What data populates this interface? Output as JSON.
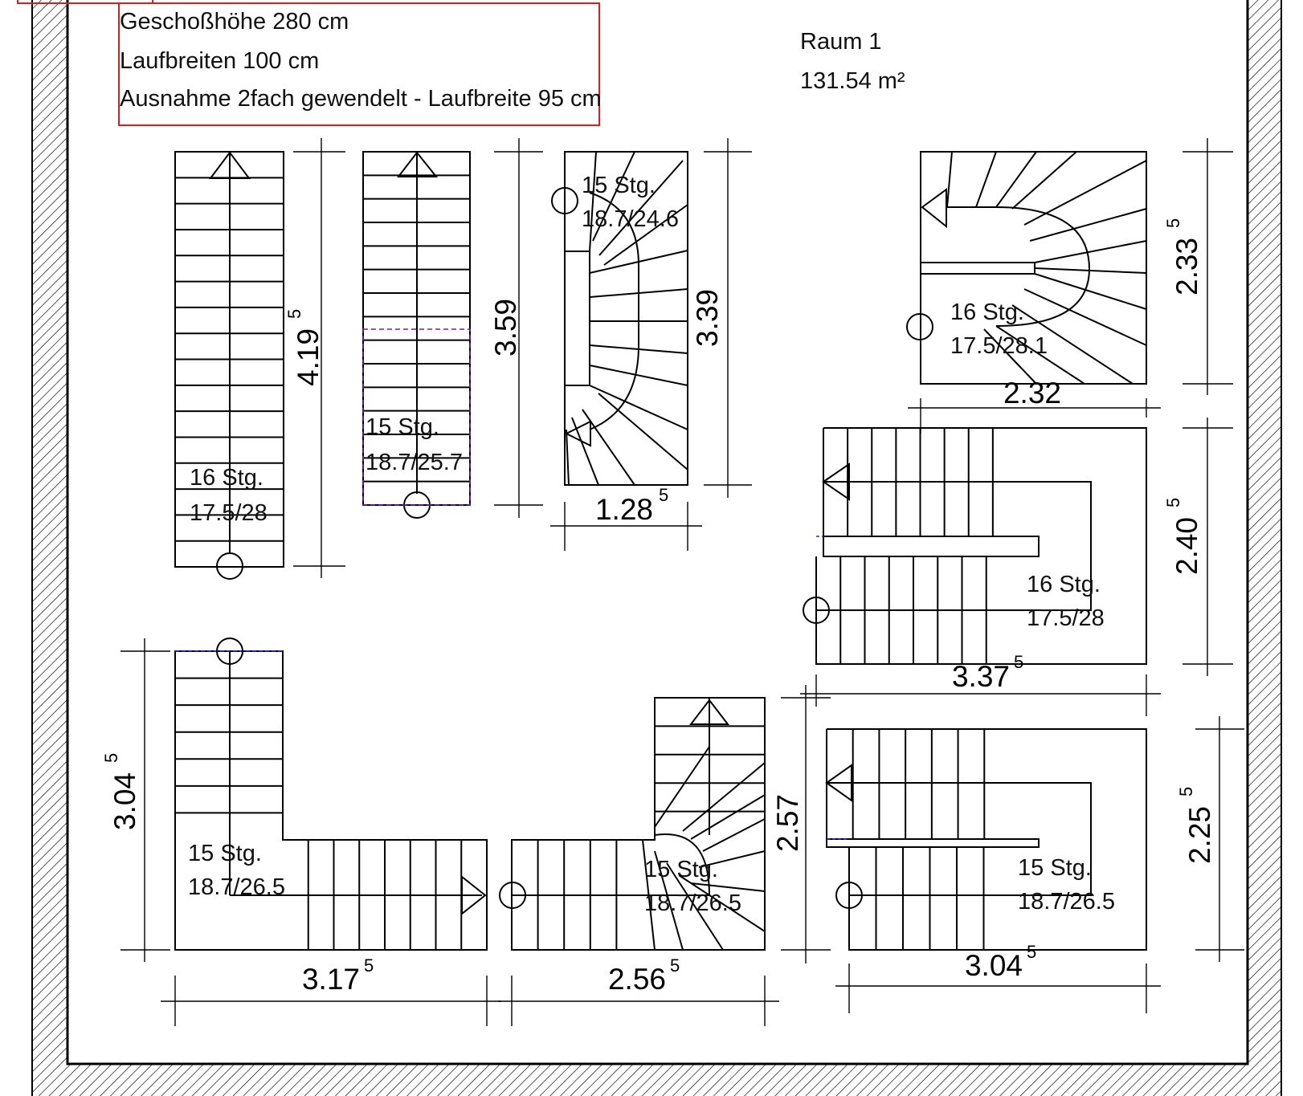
{
  "info_box": {
    "line1": "Geschoßhöhe 280 cm",
    "line2": "Laufbreiten 100 cm",
    "line3": "Ausnahme 2fach gewendelt - Laufbreite 95 cm"
  },
  "room": {
    "name": "Raum 1",
    "area": "131.54 m²"
  },
  "stairs": [
    {
      "steps": "16 Stg.",
      "ratio": "17.5/28"
    },
    {
      "steps": "15 Stg.",
      "ratio": "18.7/25.7"
    },
    {
      "steps": "15 Stg.",
      "ratio": "18.7/24.6"
    },
    {
      "steps": "16 Stg.",
      "ratio": "17.5/28.1"
    },
    {
      "steps": "16 Stg.",
      "ratio": "17.5/28"
    },
    {
      "steps": "15 Stg.",
      "ratio": "18.7/26.5"
    },
    {
      "steps": "15 Stg.",
      "ratio": "18.7/26.5"
    },
    {
      "steps": "15 Stg.",
      "ratio": "18.7/26.5"
    }
  ],
  "dimensions": {
    "d1": {
      "main": "4.19",
      "sup": "5"
    },
    "d2": {
      "main": "3.59",
      "sup": ""
    },
    "d3": {
      "main": "3.39",
      "sup": ""
    },
    "d4": {
      "main": "1.28",
      "sup": "5"
    },
    "d5": {
      "main": "2.33",
      "sup": "5"
    },
    "d6": {
      "main": "2.32",
      "sup": ""
    },
    "d7": {
      "main": "2.40",
      "sup": "5"
    },
    "d8": {
      "main": "3.37",
      "sup": "5"
    },
    "d9": {
      "main": "3.04",
      "sup": "5"
    },
    "d10": {
      "main": "3.17",
      "sup": "5"
    },
    "d11": {
      "main": "2.56",
      "sup": "5"
    },
    "d12": {
      "main": "2.57",
      "sup": ""
    },
    "d13": {
      "main": "2.25",
      "sup": "5"
    },
    "d14": {
      "main": "3.04",
      "sup": "5"
    }
  },
  "colors": {
    "info_border": "#cc2222",
    "dashed_edge": "#7a1fa2",
    "dashed_blue": "#2233cc"
  }
}
